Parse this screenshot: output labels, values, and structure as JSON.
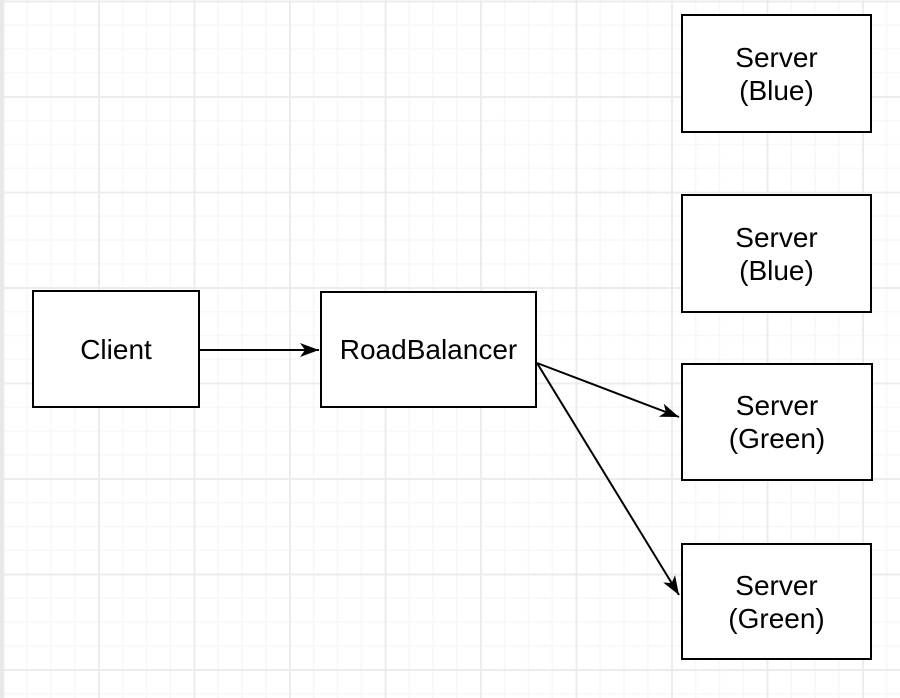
{
  "diagram": {
    "nodes": [
      {
        "id": "client",
        "lines": [
          "Client"
        ]
      },
      {
        "id": "roadbalancer",
        "lines": [
          "RoadBalancer"
        ]
      },
      {
        "id": "server-blue-1",
        "lines": [
          "Server",
          "(Blue)"
        ]
      },
      {
        "id": "server-blue-2",
        "lines": [
          "Server",
          "(Blue)"
        ]
      },
      {
        "id": "server-green-1",
        "lines": [
          "Server",
          "(Green)"
        ]
      },
      {
        "id": "server-green-2",
        "lines": [
          "Server",
          "(Green)"
        ]
      }
    ],
    "edges": [
      {
        "from": "client",
        "to": "roadbalancer"
      },
      {
        "from": "roadbalancer",
        "to": "server-green-1"
      },
      {
        "from": "roadbalancer",
        "to": "server-green-2"
      }
    ],
    "colors": {
      "background": "#ffffff",
      "grid_minor": "#f7f7f7",
      "grid_major": "#ececec",
      "node_fill": "#ffffff",
      "node_border": "#000000",
      "edge": "#000000",
      "text": "#000000"
    }
  }
}
